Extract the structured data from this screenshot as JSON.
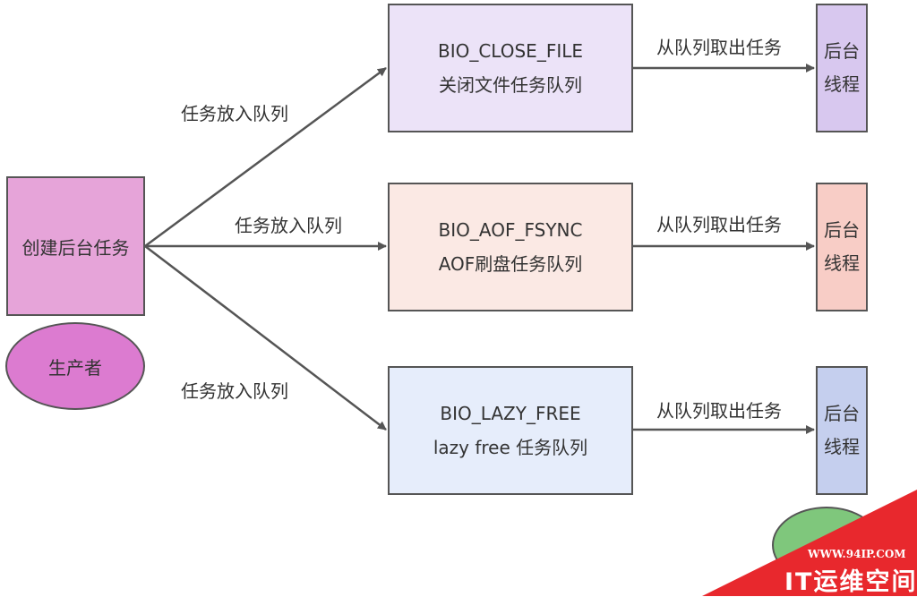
{
  "colors": {
    "producer_box": "#e6a4d9",
    "producer_ellipse": "#dc7bd0",
    "queue_close": "#ece3f8",
    "queue_aof": "#fbe9e4",
    "queue_lazy": "#e6edfb",
    "thread_close": "#d8c8ef",
    "thread_aof": "#f8cdc6",
    "thread_lazy": "#c5cfee",
    "watermark_red": "#e8282d",
    "watermark_green": "#7fc77c"
  },
  "producer": {
    "box_label": "创建后台任务",
    "ellipse_label": "生产者"
  },
  "queues": [
    {
      "name": "BIO_CLOSE_FILE",
      "desc": "关闭文件任务队列"
    },
    {
      "name": "BIO_AOF_FSYNC",
      "desc": "AOF刷盘任务队列"
    },
    {
      "name": "BIO_LAZY_FREE",
      "desc": "lazy free 任务队列"
    }
  ],
  "enqueue_labels": [
    "任务放入队列",
    "任务放入队列",
    "任务放入队列"
  ],
  "dequeue_labels": [
    "从队列取出任务",
    "从队列取出任务",
    "从队列取出任务"
  ],
  "threads": [
    {
      "line1": "后台",
      "line2": "线程"
    },
    {
      "line1": "后台",
      "line2": "线程"
    },
    {
      "line1": "后台",
      "line2": "线程"
    }
  ],
  "watermark": {
    "url": "WWW.94IP.COM",
    "name": "IT运维空间"
  }
}
